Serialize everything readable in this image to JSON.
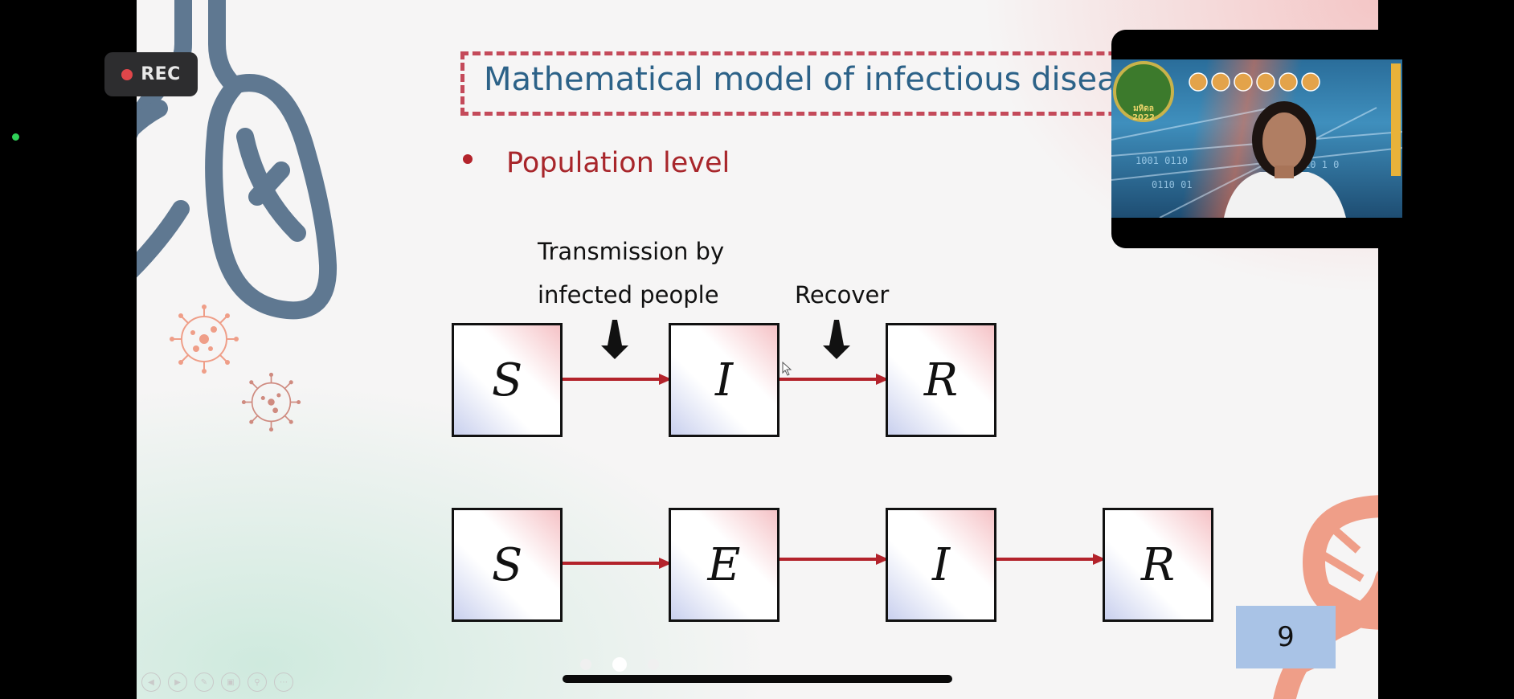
{
  "recording": {
    "label": "REC",
    "indicator_color": "#e1464a"
  },
  "slide": {
    "title": "Mathematical model of infectious disease",
    "bullet": "Population level",
    "annotations": {
      "transmission_line1": "Transmission by",
      "transmission_line2": "infected people",
      "recover": "Recover"
    },
    "model_sir": [
      "S",
      "I",
      "R"
    ],
    "model_seir": [
      "S",
      "E",
      "I",
      "R"
    ],
    "page_number": "9",
    "colors": {
      "title": "#2c6288",
      "bullet": "#a8262b",
      "arrow": "#b3232b",
      "title_border": "#c44a5a"
    }
  },
  "video_tile": {
    "logo_text": "มหิดล 2022"
  },
  "slide_controls": [
    "previous-icon",
    "next-icon",
    "pen-icon",
    "slides-icon",
    "zoom-icon",
    "more-icon"
  ],
  "page_indicator": {
    "count": 3,
    "active": 2
  }
}
